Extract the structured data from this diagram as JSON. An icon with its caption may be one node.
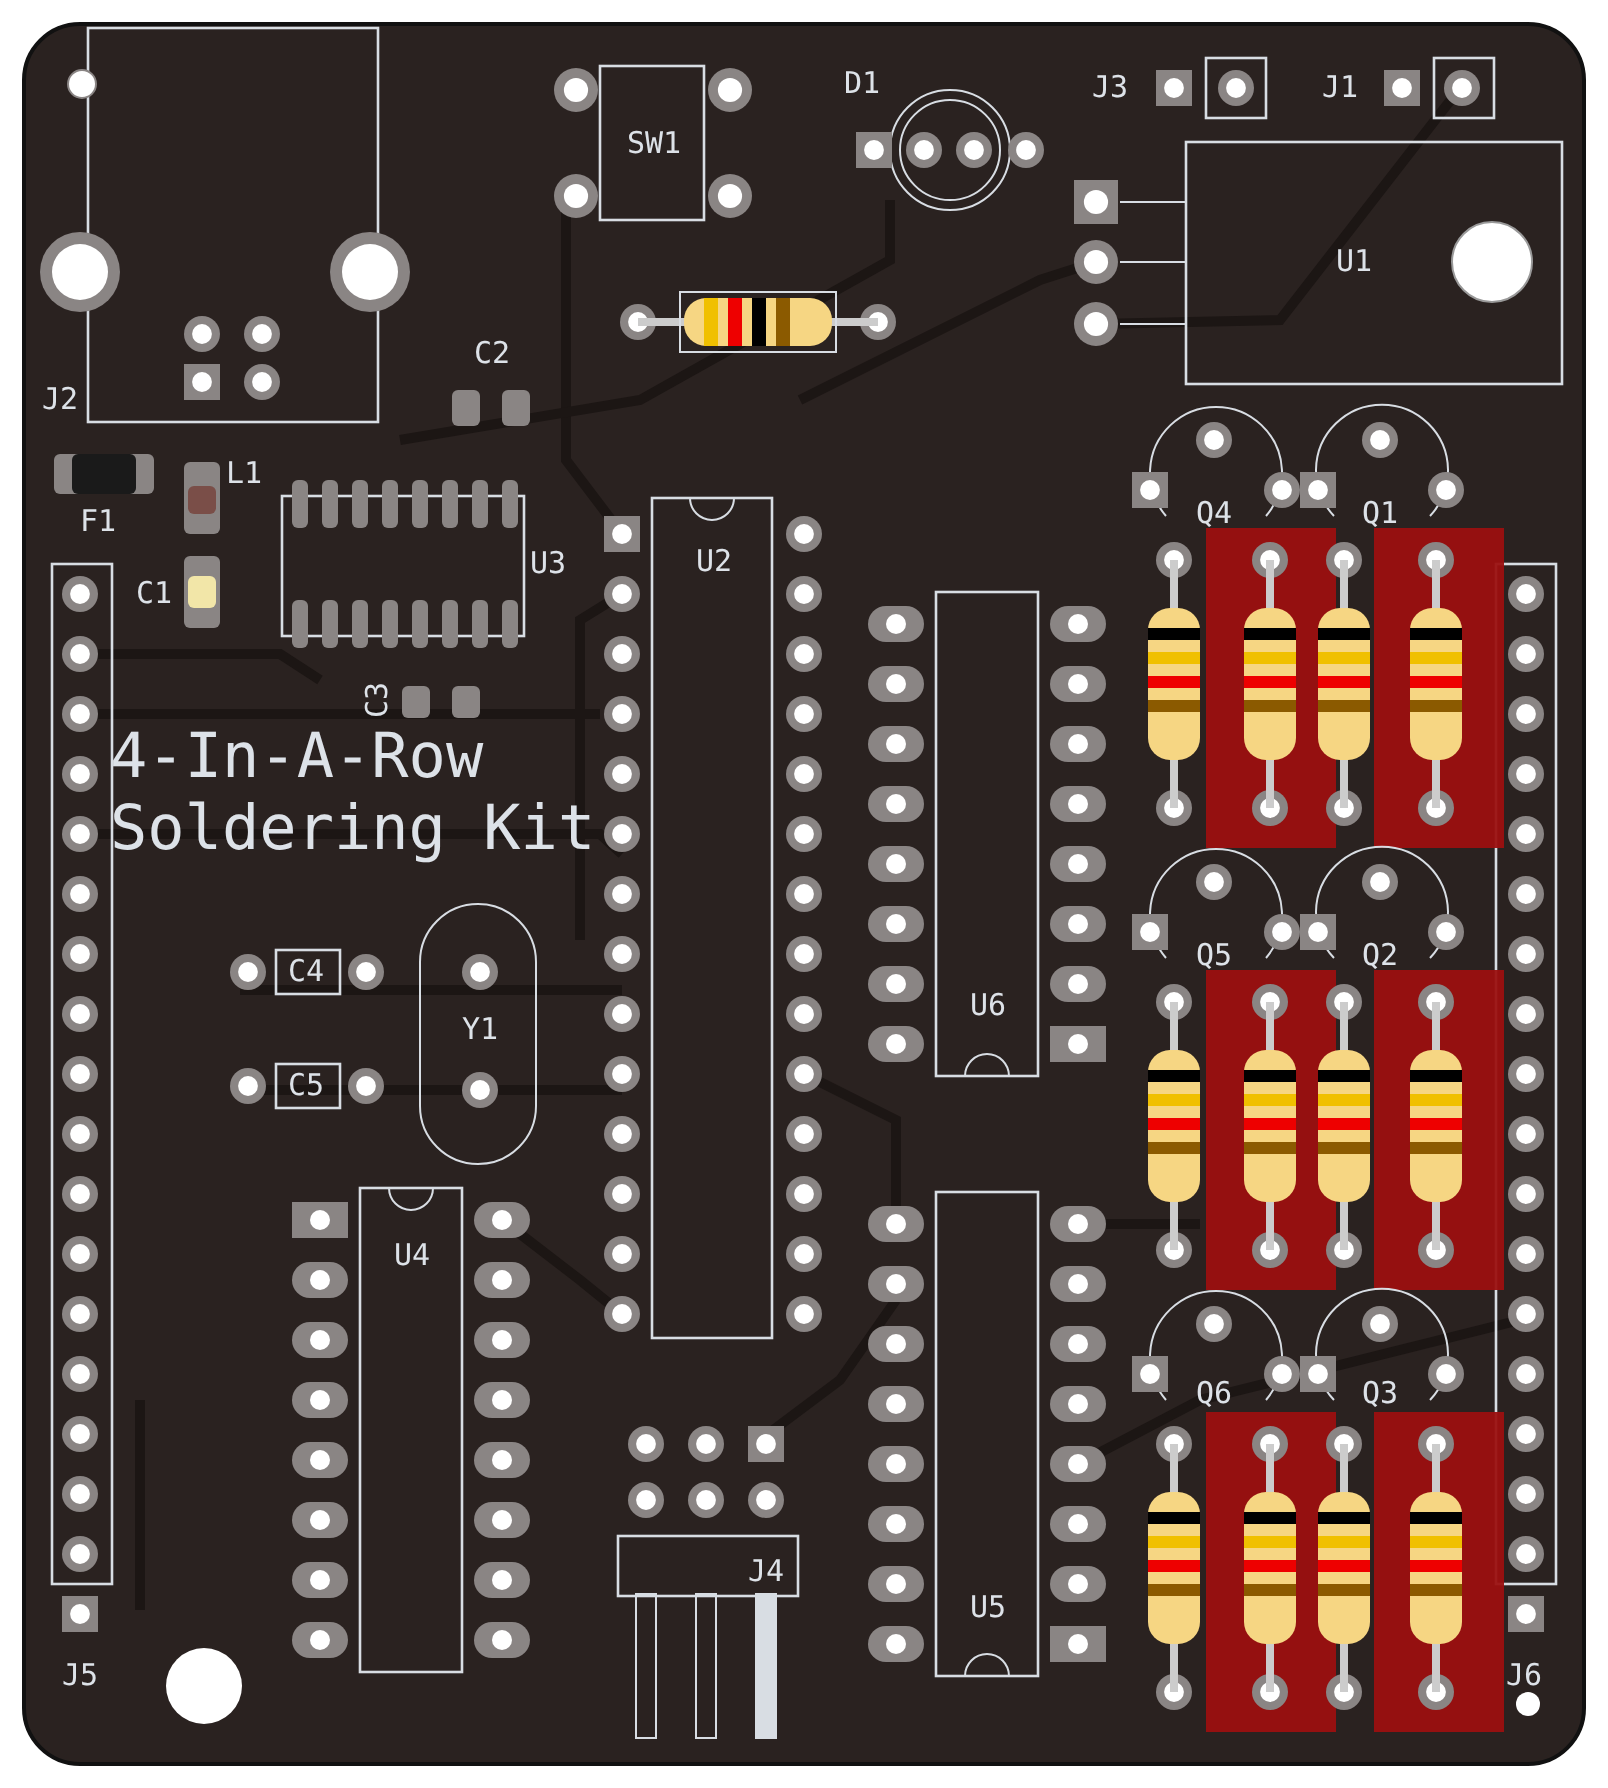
{
  "diagram": {
    "labels": [
      "SW1",
      "D1",
      "J3",
      "J1",
      "J2",
      "U1",
      "C2",
      "F1",
      "L1",
      "U3",
      "U2",
      "C1",
      "C3",
      "Q4",
      "Q1",
      "4-In-A-Row Soldering Kit",
      "C4",
      "Y1",
      "C5",
      "Q5",
      "Q2",
      "U6",
      "U4",
      "Q6",
      "Q3",
      "J4",
      "U5",
      "J5",
      "J6"
    ]
  }
}
